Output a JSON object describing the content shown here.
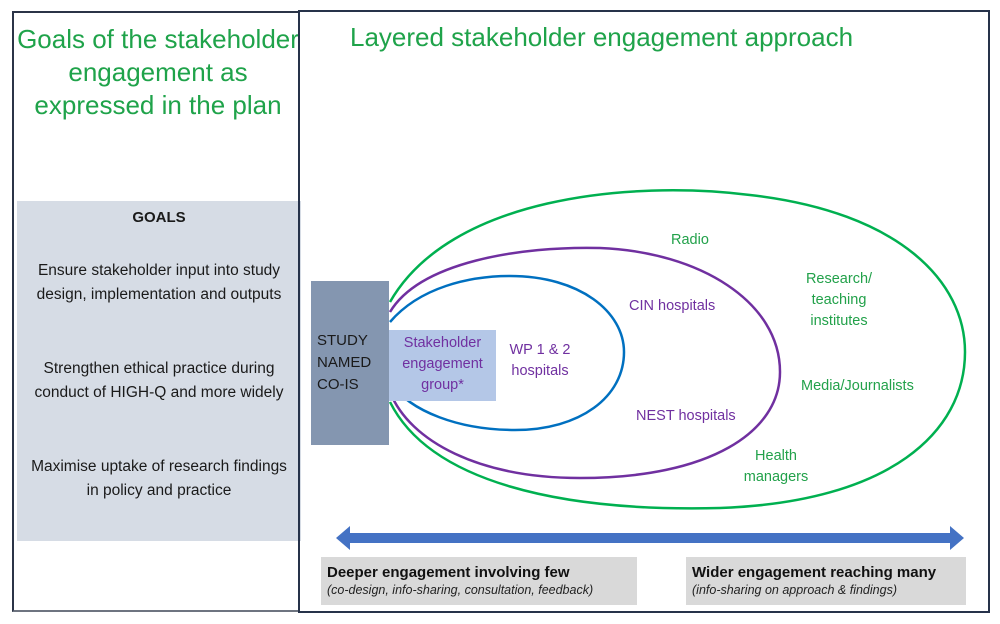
{
  "left": {
    "title": "Goals of the stakeholder engagement as expressed in the plan",
    "goals_heading": "GOALS",
    "goals": [
      "Ensure stakeholder input into study design,  implementation and outputs",
      "Strengthen ethical practice during conduct of HIGH-Q and more widely",
      "Maximise uptake of research findings in policy and practice"
    ]
  },
  "right": {
    "title": "Layered stakeholder engagement approach",
    "core": {
      "study_label": "STUDY NAMED CO-IS",
      "group_label": "Stakeholder engagement group*"
    },
    "layers": [
      {
        "name": "inner",
        "color": "#0070c0",
        "labels": [
          "WP 1 & 2 hospitals"
        ]
      },
      {
        "name": "middle",
        "color": "#7030a0",
        "labels": [
          "CIN hospitals",
          "NEST hospitals"
        ]
      },
      {
        "name": "outer",
        "color": "#00b050",
        "labels": [
          "Radio",
          "Research/ teaching institutes",
          "Media/Journalists",
          "Health managers"
        ]
      }
    ],
    "arrow_color": "#4472c4",
    "captions": {
      "left": {
        "title": "Deeper engagement involving few",
        "subtitle": "(co-design, info-sharing, consultation, feedback)"
      },
      "right": {
        "title": "Wider engagement reaching many",
        "subtitle": "(info-sharing on approach & findings)"
      }
    }
  },
  "colors": {
    "heading_green": "#1fa34a",
    "goals_bg": "#d6dce5",
    "study_bg": "#8496b0",
    "group_bg": "#b4c7e7",
    "caption_bg": "#d9d9d9"
  }
}
